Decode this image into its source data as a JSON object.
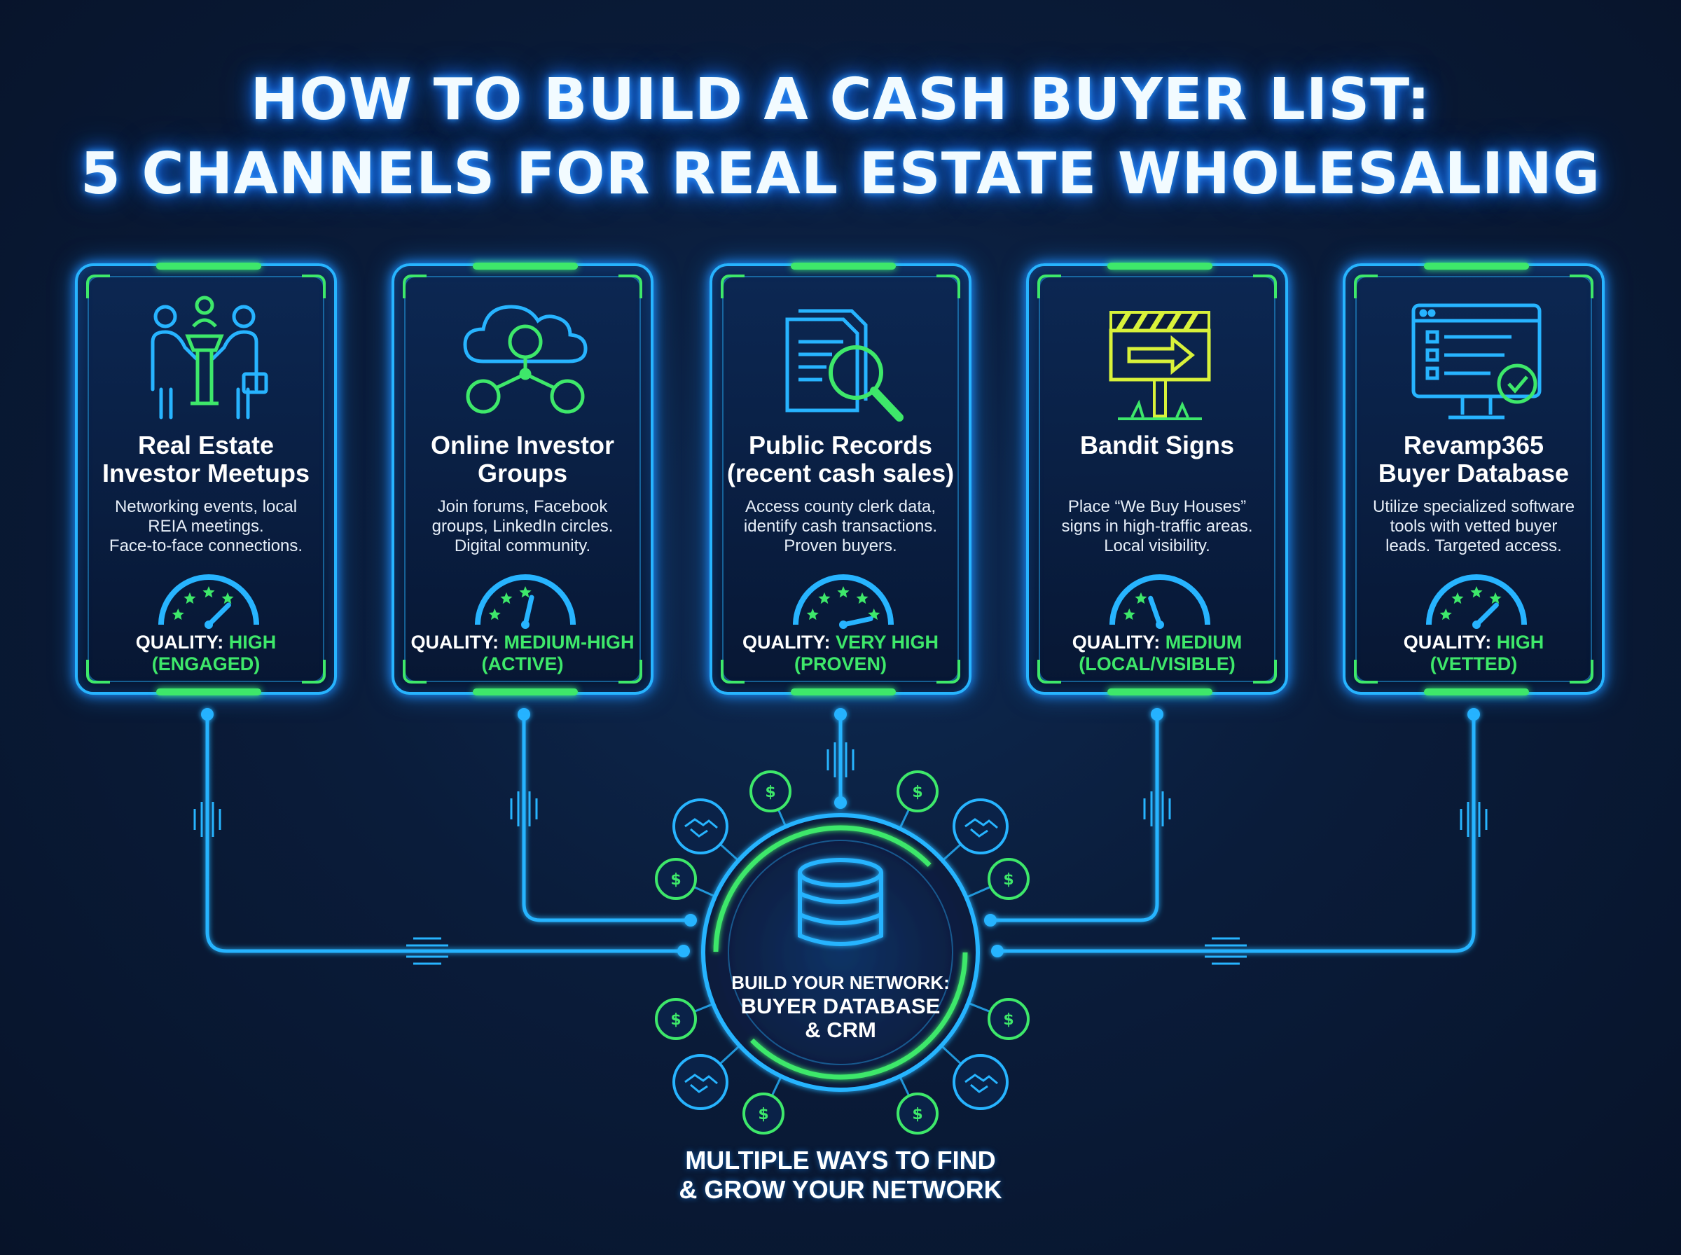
{
  "title": {
    "line1": "HOW TO BUILD A CASH BUYER LIST:",
    "line2": "5 CHANNELS FOR REAL ESTATE WHOLESALING"
  },
  "quality_prefix": "QUALITY:",
  "colors": {
    "neon_blue": "#27b4ff",
    "neon_green": "#3ee86a",
    "accent_yellow": "#d9f23a",
    "background": "#0a1c3a"
  },
  "channels": [
    {
      "icon": "handshake-meetup-icon",
      "title_line1": "Real Estate",
      "title_line2": "Investor Meetups",
      "desc_line1": "Networking events, local",
      "desc_line2": "REIA meetings.",
      "desc_line3": "Face-to-face connections.",
      "quality_level": "HIGH",
      "quality_sub": "(ENGAGED)",
      "rating": 4
    },
    {
      "icon": "cloud-people-icon",
      "title_line1": "Online Investor",
      "title_line2": "Groups",
      "desc_line1": "Join forums, Facebook",
      "desc_line2": "groups, LinkedIn circles.",
      "desc_line3": "Digital community.",
      "quality_level": "MEDIUM-HIGH",
      "quality_sub": "(ACTIVE)",
      "rating": 3
    },
    {
      "icon": "document-search-icon",
      "title_line1": "Public Records",
      "title_line2": "(recent cash sales)",
      "desc_line1": "Access county clerk data,",
      "desc_line2": "identify cash transactions.",
      "desc_line3": "Proven buyers.",
      "quality_level": "VERY HIGH",
      "quality_sub": "(PROVEN)",
      "rating": 5
    },
    {
      "icon": "road-sign-icon",
      "title_line1": "Bandit Signs",
      "title_line2": "",
      "desc_line1": "Place “We Buy Houses”",
      "desc_line2": "signs in high-traffic areas.",
      "desc_line3": "Local visibility.",
      "quality_level": "MEDIUM",
      "quality_sub": "(LOCAL/VISIBLE)",
      "rating": 2
    },
    {
      "icon": "monitor-checklist-icon",
      "title_line1": "Revamp365",
      "title_line2": "Buyer Database",
      "desc_line1": "Utilize specialized software",
      "desc_line2": "tools with vetted buyer",
      "desc_line3": "leads. Targeted access.",
      "quality_level": "HIGH",
      "quality_sub": "(VETTED)",
      "rating": 4
    }
  ],
  "hub": {
    "icon": "database-icon",
    "line1": "BUILD YOUR NETWORK:",
    "line2": "BUYER DATABASE",
    "line3": "& CRM"
  },
  "footer": {
    "line1": "MULTIPLE WAYS TO FIND",
    "line2": "& GROW YOUR NETWORK"
  }
}
